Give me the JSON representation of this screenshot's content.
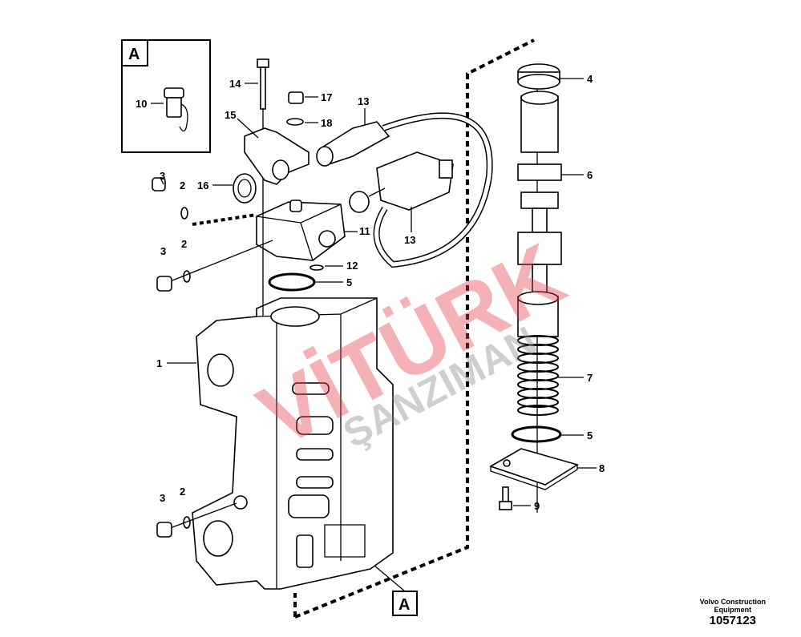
{
  "diagram": {
    "detail_label": "A",
    "callouts": {
      "c1": "1",
      "c2a": "2",
      "c2b": "2",
      "c2c": "2",
      "c3a": "3",
      "c3b": "3",
      "c3c": "3",
      "c4": "4",
      "c5a": "5",
      "c5b": "5",
      "c6": "6",
      "c7": "7",
      "c8": "8",
      "c9": "9",
      "c10": "10",
      "c11": "11",
      "c12": "12",
      "c13a": "13",
      "c13b": "13",
      "c14": "14",
      "c15": "15",
      "c16": "16",
      "c17": "17",
      "c18": "18"
    },
    "watermark": {
      "line1": "VİTÜRK",
      "line2": "ŞANZIMAN",
      "color": "#e8404a"
    }
  },
  "footer": {
    "company_line1": "Volvo Construction",
    "company_line2": "Equipment",
    "drawing_number": "1057123"
  }
}
